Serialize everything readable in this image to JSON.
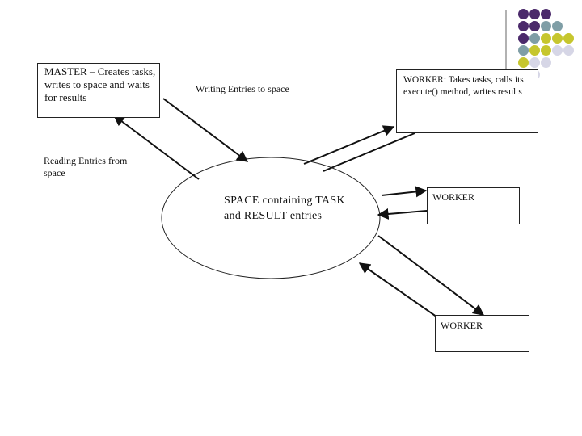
{
  "slide": {
    "master_box": "MASTER – Creates tasks, writes to space and waits for results",
    "write_label": "Writing Entries to space",
    "read_label": "Reading Entries from space",
    "space_label": "SPACE containing TASK and RESULT entries",
    "worker_main": "WORKER: Takes tasks, calls its execute() method, writes results",
    "worker_2": "WORKER",
    "worker_3": "WORKER"
  },
  "decoration": {
    "dot_colors": {
      "purple": "#4b2a6b",
      "teal": "#7f9ea6",
      "olive": "#c6c62e",
      "lavender": "#d6d6e6"
    },
    "dot_grid": [
      [
        "purple",
        "purple",
        "purple",
        "",
        ""
      ],
      [
        "purple",
        "purple",
        "teal",
        "teal",
        ""
      ],
      [
        "purple",
        "teal",
        "olive",
        "olive",
        "olive"
      ],
      [
        "teal",
        "olive",
        "olive",
        "lavender",
        "lavender"
      ],
      [
        "olive",
        "lavender",
        "lavender",
        "",
        ""
      ],
      [
        "",
        "lavender",
        "",
        "",
        ""
      ]
    ],
    "accent_line_color": "#999999"
  }
}
